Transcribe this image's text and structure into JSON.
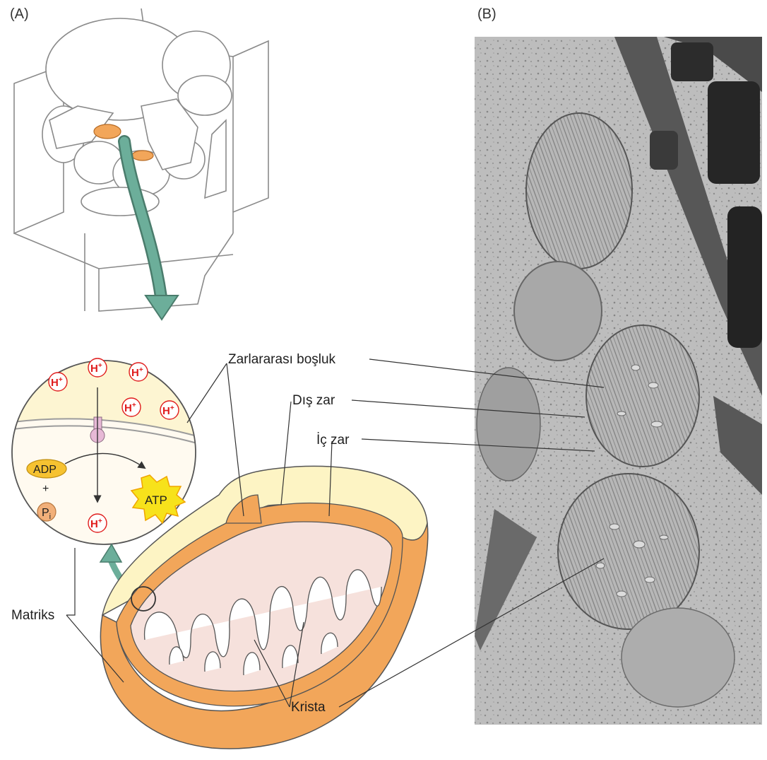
{
  "panels": {
    "a": "(A)",
    "b": "(B)"
  },
  "labels": {
    "intermembrane_space": "Zarlararası boşluk",
    "outer_membrane": "Dış zar",
    "inner_membrane": "İç zar",
    "matrix": "Matriks",
    "crista": "Krista"
  },
  "inset": {
    "ion_base": "H",
    "ion_charge": "+",
    "adp": "ADP",
    "plus": "+",
    "pi_base": "P",
    "pi_sub": "i",
    "atp": "ATP"
  },
  "colors": {
    "organelle_orange": "#f2a65a",
    "organelle_light": "#fbe7c8",
    "membrane_cream": "#fdf4c4",
    "matrix_pink": "#f6e1dc",
    "arrow_teal": "#6cae9a",
    "ion_red": "#e01c1c",
    "atp_yellow": "#f7e21b",
    "atp_border": "#f0a400",
    "channel_pink": "#e7b9d6"
  }
}
